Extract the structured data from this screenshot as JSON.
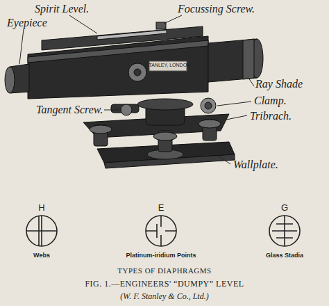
{
  "diagram": {
    "caption": "FIG. 1.—ENGINEERS' “DUMPY” LEVEL",
    "labels": [
      "Spirit Level.",
      "Focussing Screw.",
      "Eyepiece",
      "STANLEY, LONDON",
      "Ray Shade",
      "Clamp.",
      "Tangent Screw.",
      "Tribrach.",
      "Wallplate.",
      "H",
      "E",
      "G",
      "Webs",
      "Platinum-iridium Points",
      "Glass Stadia",
      "TYPES OF DIAPHRAGMS",
      "(W. F. Stanley & Co., Ltd.)"
    ]
  }
}
